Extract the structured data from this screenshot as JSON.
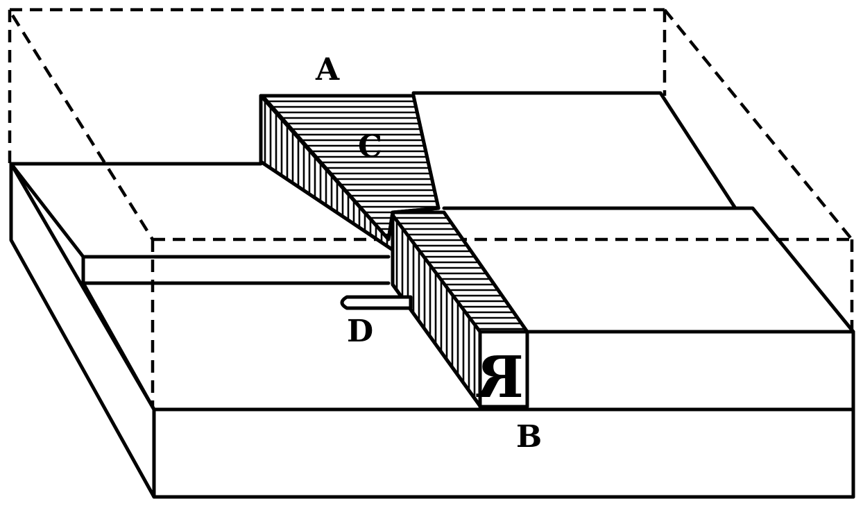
{
  "labels": {
    "a": "A",
    "b": "B",
    "c": "C",
    "d": "D"
  },
  "type_face_glyph": "R"
}
